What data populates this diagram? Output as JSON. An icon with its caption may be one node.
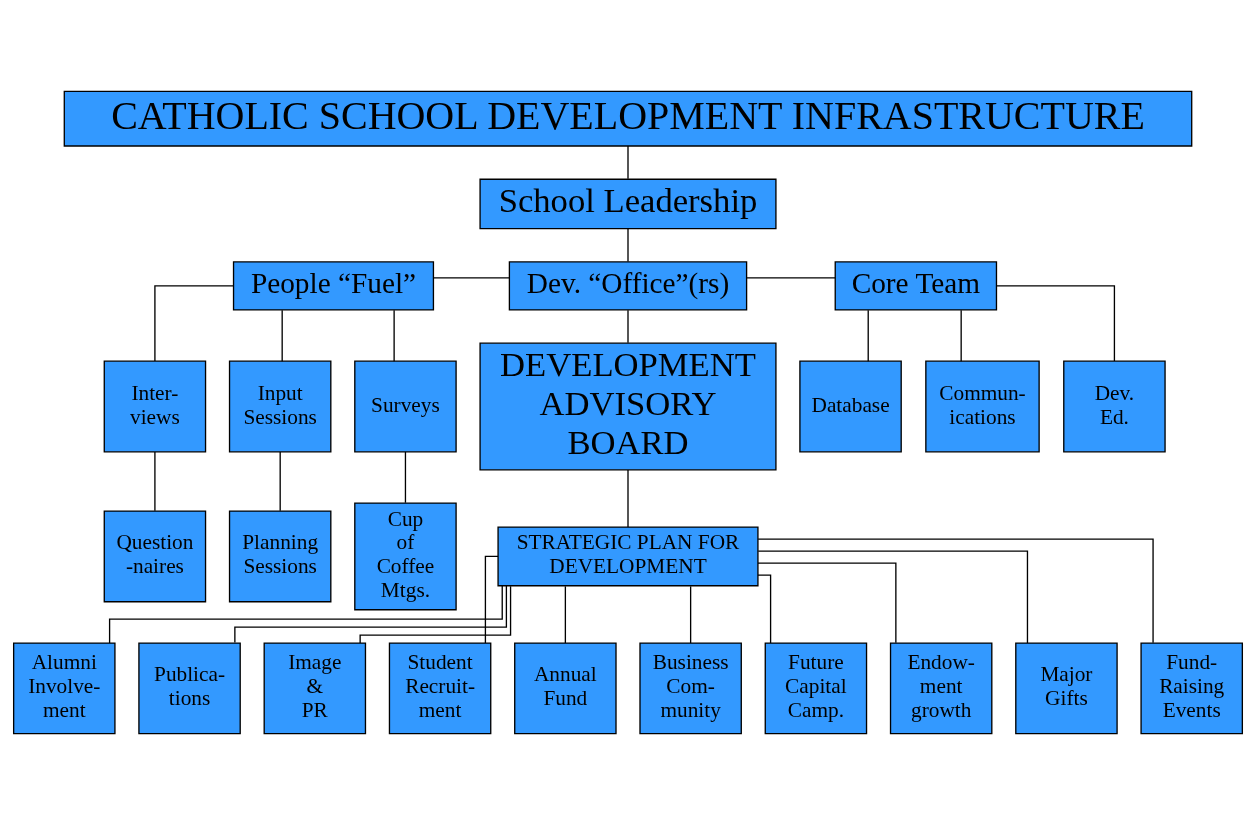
{
  "diagram": {
    "nodes": [
      {
        "text": [
          "CATHOLIC SCHOOL DEVELOPMENT INFRASTRUCTURE"
        ]
      },
      {
        "text": [
          "School Leadership"
        ]
      },
      {
        "text": [
          "People “Fuel”"
        ]
      },
      {
        "text": [
          "Dev. “Office”(rs)"
        ]
      },
      {
        "text": [
          "Core Team"
        ]
      },
      {
        "text": [
          "Inter- views"
        ]
      },
      {
        "text": [
          "Input Sessions"
        ]
      },
      {
        "text": [
          "Surveys"
        ]
      },
      {
        "text": [
          "Question -naires"
        ]
      },
      {
        "text": [
          "Planning Sessions"
        ]
      },
      {
        "text": [
          "Cup of Coffee Mtgs."
        ]
      },
      {
        "text": [
          "Dev. Ed."
        ]
      },
      {
        "text": [
          "Database"
        ]
      },
      {
        "text": [
          "Commun- ications"
        ]
      },
      {
        "text": [
          "DEVELOPMENT ADVISORY BOARD"
        ]
      },
      {
        "text": [
          "STRATEGIC PLAN FOR DEVELOPMENT"
        ]
      },
      {
        "text": [
          "Alumni Involve- ment"
        ]
      },
      {
        "text": [
          "Publica- tions"
        ]
      },
      {
        "text": [
          "Image & PR"
        ]
      },
      {
        "text": [
          "Student Recruit- ment"
        ]
      },
      {
        "text": [
          "Annual Fund"
        ]
      },
      {
        "text": [
          "Business Com- munity"
        ]
      },
      {
        "text": [
          "Future Capital Camp."
        ]
      },
      {
        "text": [
          "Endow- ment growth"
        ]
      },
      {
        "text": [
          "Major Gifts"
        ]
      },
      {
        "text": [
          "Fund- Raising Events"
        ]
      }
    ],
    "edges": [
      {
        "from": 0,
        "to": 1,
        "arrow": "none"
      },
      {
        "from": 1,
        "to": 3,
        "arrow": "none"
      },
      {
        "from": 2,
        "to": 3,
        "arrow": "none"
      },
      {
        "from": 3,
        "to": 4,
        "arrow": "none"
      },
      {
        "from": 2,
        "to": 5,
        "arrow": "none"
      },
      {
        "from": 2,
        "to": 6,
        "arrow": "none"
      },
      {
        "from": 2,
        "to": 7,
        "arrow": "none"
      },
      {
        "from": 5,
        "to": 8,
        "arrow": "none"
      },
      {
        "from": 6,
        "to": 9,
        "arrow": "none"
      },
      {
        "from": 7,
        "to": 10,
        "arrow": "none"
      },
      {
        "from": 4,
        "to": 11,
        "arrow": "none"
      },
      {
        "from": 4,
        "to": 12,
        "arrow": "none"
      },
      {
        "from": 4,
        "to": 13,
        "arrow": "none"
      },
      {
        "from": 3,
        "to": 14,
        "arrow": "none"
      },
      {
        "from": 14,
        "to": 15,
        "arrow": "none"
      },
      {
        "from": 15,
        "to": 16,
        "arrow": "none"
      },
      {
        "from": 15,
        "to": 17,
        "arrow": "none"
      },
      {
        "from": 15,
        "to": 18,
        "arrow": "none"
      },
      {
        "from": 15,
        "to": 19,
        "arrow": "none"
      },
      {
        "from": 15,
        "to": 20,
        "arrow": "none"
      },
      {
        "from": 15,
        "to": 21,
        "arrow": "none"
      },
      {
        "from": 15,
        "to": 22,
        "arrow": "none"
      },
      {
        "from": 15,
        "to": 23,
        "arrow": "none"
      },
      {
        "from": 15,
        "to": 24,
        "arrow": "none"
      },
      {
        "from": 15,
        "to": 25,
        "arrow": "none"
      }
    ]
  }
}
